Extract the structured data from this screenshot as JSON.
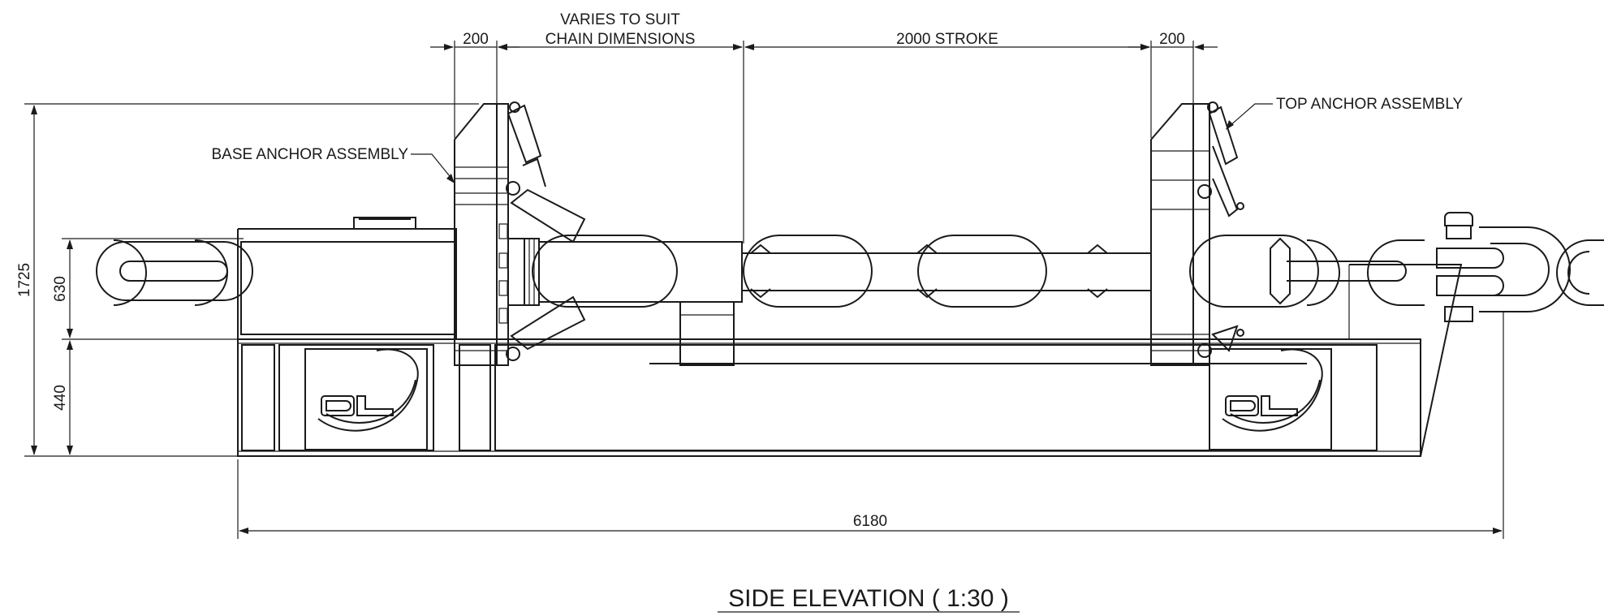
{
  "dimensions": {
    "base_anchor_width": "200",
    "varies_line1": "VARIES TO SUIT",
    "varies_line2": "CHAIN DIMENSIONS",
    "stroke": "2000 STROKE",
    "top_anchor_width": "200",
    "overall_height": "1725",
    "chain_height": "630",
    "base_height": "440",
    "overall_length": "6180"
  },
  "callouts": {
    "base_anchor": "BASE ANCHOR ASSEMBLY",
    "top_anchor": "TOP ANCHOR ASSEMBLY"
  },
  "logo_text": "DL",
  "title": "SIDE ELEVATION ( 1:30 )"
}
